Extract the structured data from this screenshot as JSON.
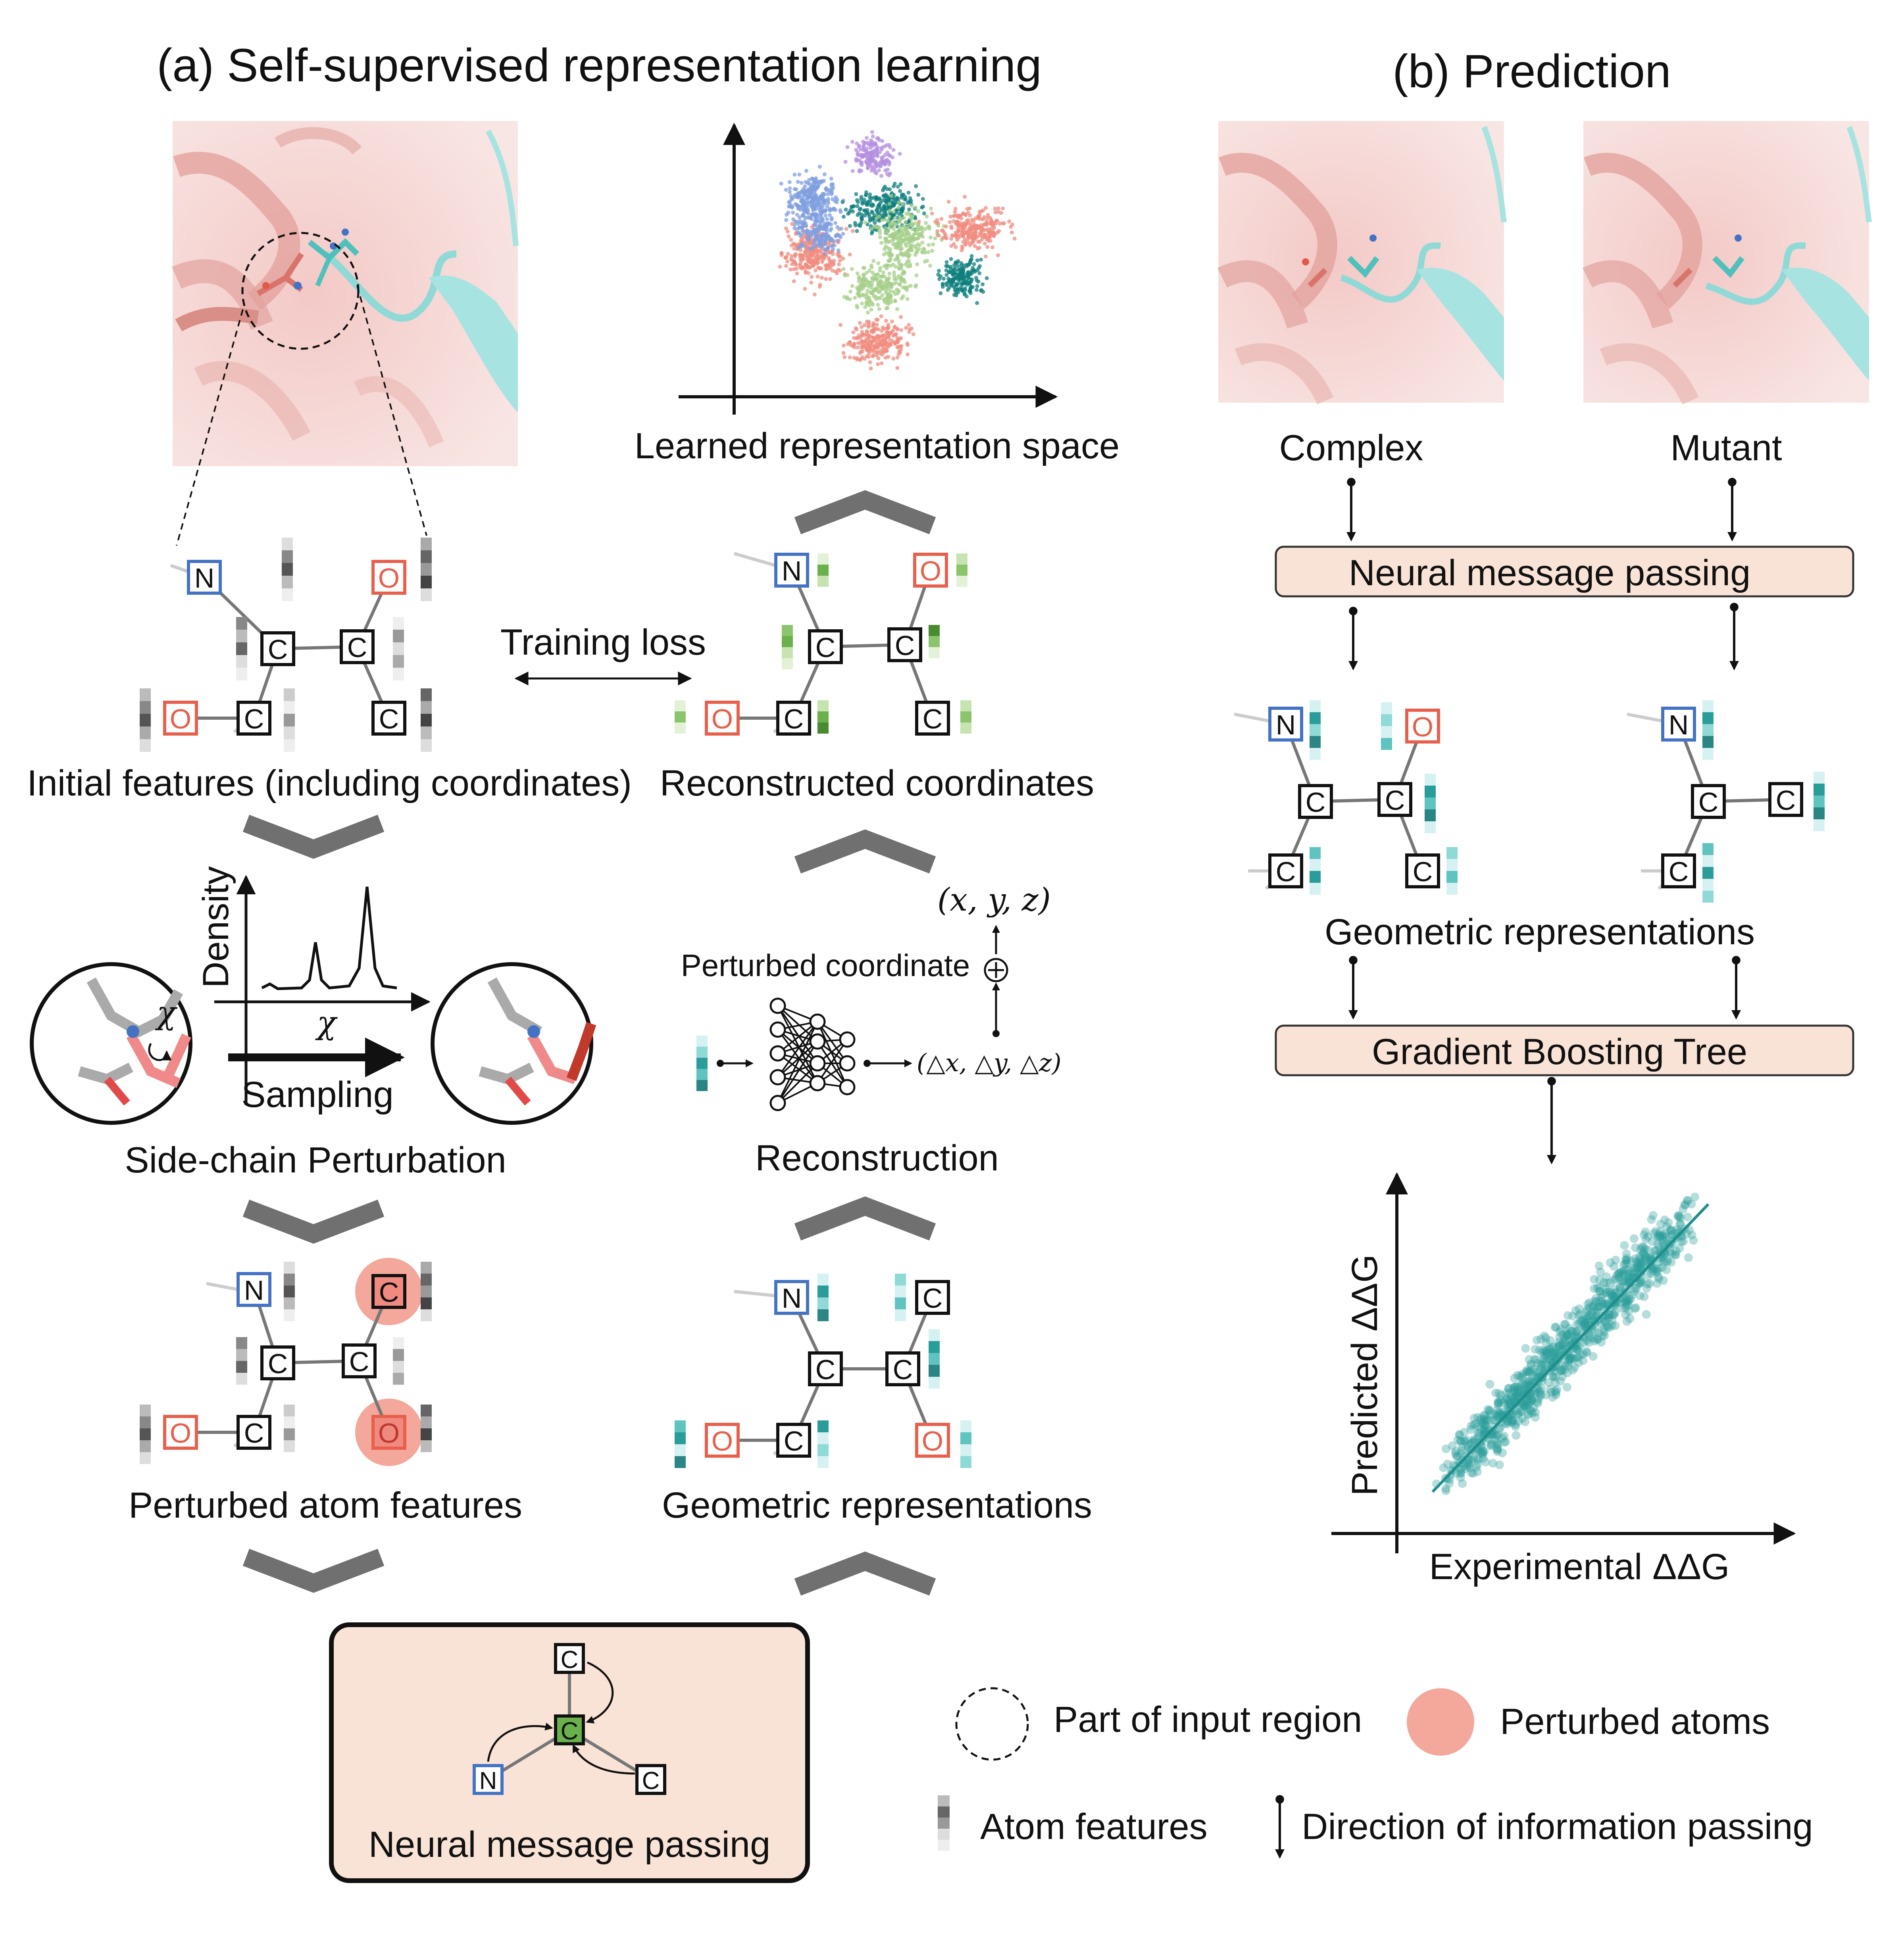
{
  "colors": {
    "nitrogen": "#4472c4",
    "oxygen": "#e8604c",
    "carbon_box": "#111111",
    "perturbed": "#f4a79b",
    "teal": "#2a9d9a",
    "green": "#6ab04c",
    "box_fill": "#f9e3d6",
    "protein_pink": "#e8a8a4",
    "protein_cyan": "#8fd9d6"
  },
  "panel_a": {
    "title": "(a) Self-supervised representation learning",
    "initial_features": "Initial features (including coordinates)",
    "reconstructed": "Reconstructed coordinates",
    "training_loss": "Training loss",
    "learned_space": "Learned representation space",
    "density_axis": "Density",
    "chi": "χ",
    "sampling": "Sampling",
    "side_chain": "Side-chain Perturbation",
    "perturbed_coordinate": "Perturbed coordinate",
    "xyz": "(x, y, z)",
    "delta": "(△x, △y, △z)",
    "reconstruction": "Reconstruction",
    "perturbed_atoms_label": "Perturbed atom features",
    "geometric_representations": "Geometric representations",
    "nmp_box": "Neural message passing"
  },
  "panel_b": {
    "title": "(b) Prediction",
    "complex": "Complex",
    "mutant": "Mutant",
    "nmp": "Neural message passing",
    "geometric": "Geometric representations",
    "gbt": "Gradient Boosting Tree",
    "ylabel": "Predicted ΔΔG",
    "xlabel": "Experimental ΔΔG"
  },
  "atoms": {
    "N": "N",
    "O": "O",
    "C": "C"
  },
  "legend": {
    "input_region": "Part of input region",
    "perturbed_atoms": "Perturbed atoms",
    "atom_features": "Atom features",
    "direction": "Direction of information passing"
  }
}
